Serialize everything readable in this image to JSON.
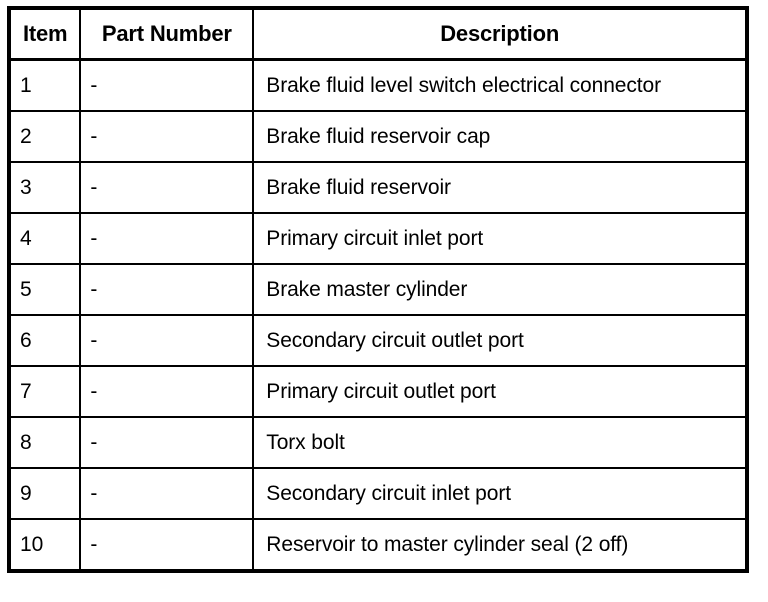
{
  "table": {
    "columns": [
      {
        "key": "item",
        "label": "Item",
        "align": "center"
      },
      {
        "key": "part_number",
        "label": "Part Number",
        "align": "center"
      },
      {
        "key": "description",
        "label": "Description",
        "align": "center"
      }
    ],
    "rows": [
      {
        "item": "1",
        "part_number": "-",
        "description": "Brake fluid level switch electrical connector"
      },
      {
        "item": "2",
        "part_number": "-",
        "description": "Brake fluid reservoir cap"
      },
      {
        "item": "3",
        "part_number": "-",
        "description": "Brake fluid reservoir"
      },
      {
        "item": "4",
        "part_number": "-",
        "description": "Primary circuit inlet port"
      },
      {
        "item": "5",
        "part_number": "-",
        "description": "Brake master cylinder"
      },
      {
        "item": "6",
        "part_number": "-",
        "description": "Secondary circuit outlet port"
      },
      {
        "item": "7",
        "part_number": "-",
        "description": "Primary circuit outlet port"
      },
      {
        "item": "8",
        "part_number": "-",
        "description": "Torx bolt"
      },
      {
        "item": "9",
        "part_number": "-",
        "description": "Secondary circuit inlet port"
      },
      {
        "item": "10",
        "part_number": "-",
        "description": "Reservoir to master cylinder seal (2 off)"
      }
    ]
  },
  "colors": {
    "background": "#ffffff",
    "text": "#000000",
    "border": "#000000"
  }
}
